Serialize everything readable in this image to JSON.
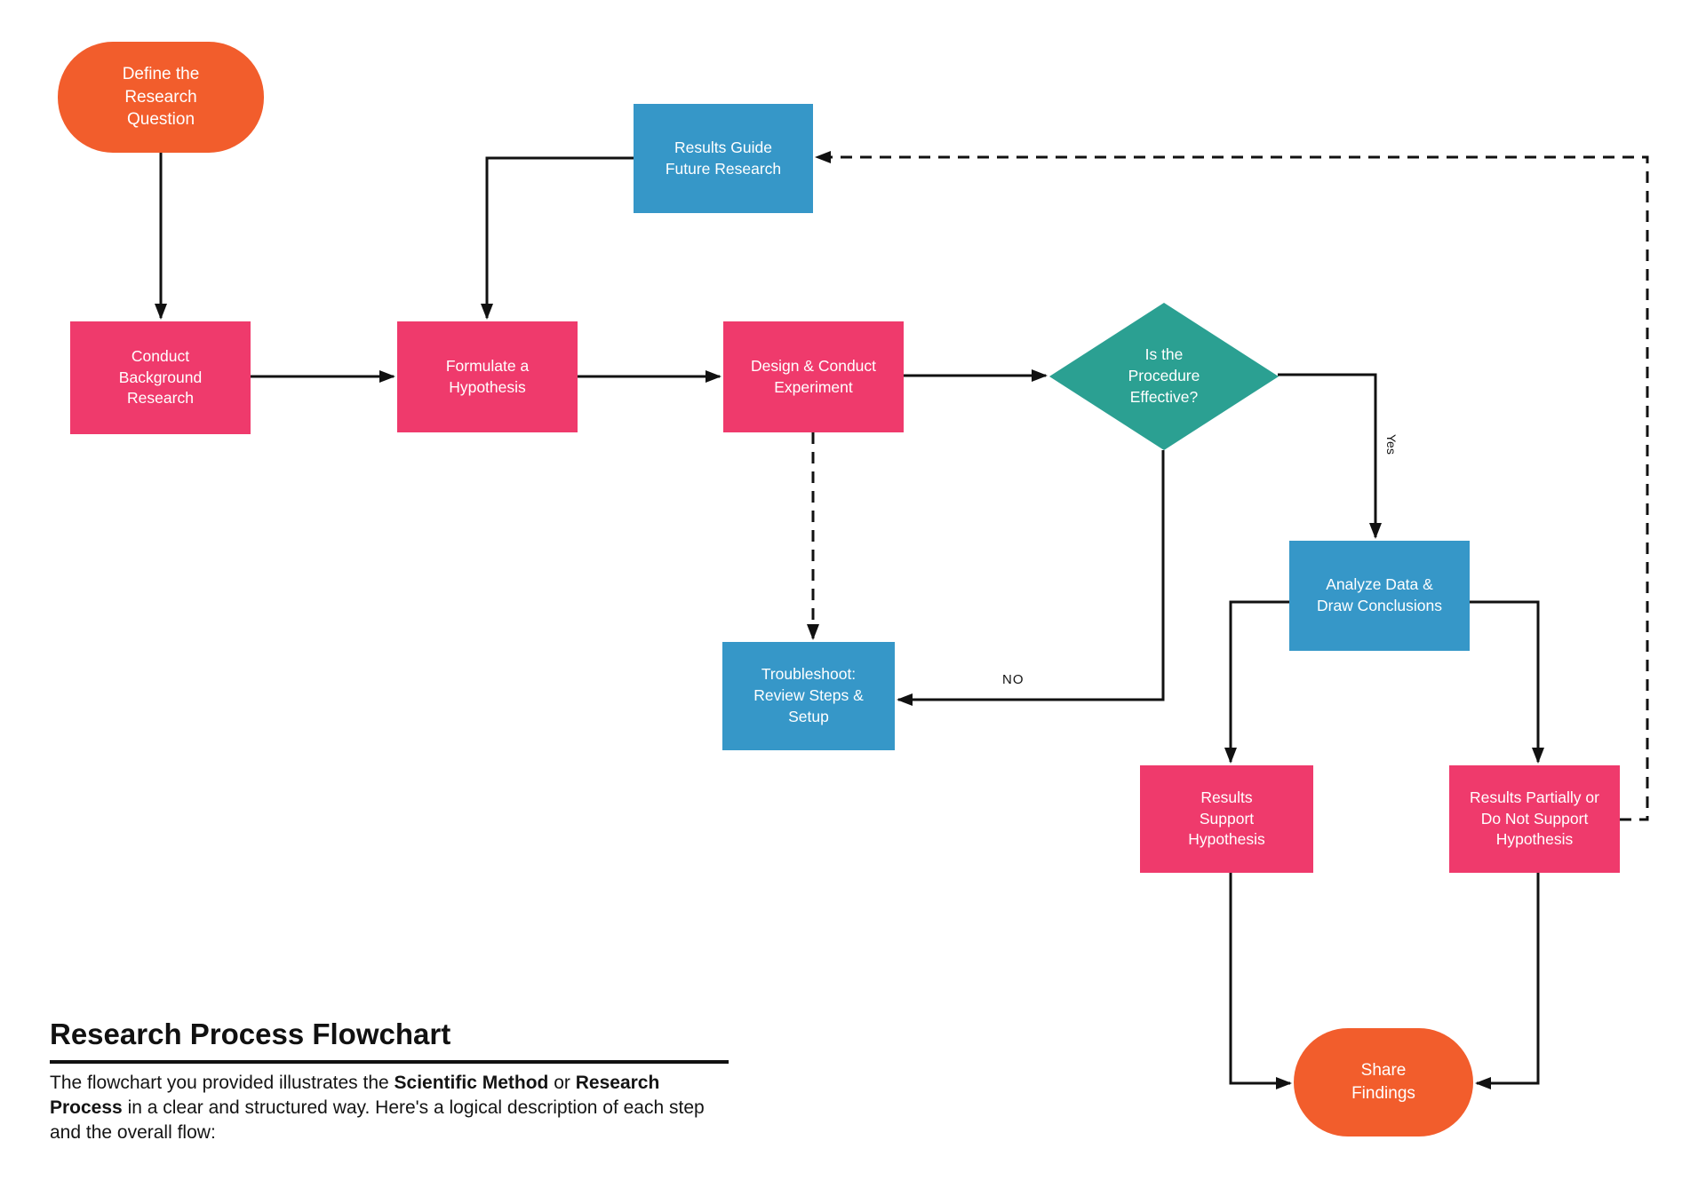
{
  "colors": {
    "orange": "#F25D2C",
    "pink": "#EF3A6C",
    "blue": "#3697C8",
    "teal": "#2BA092",
    "line": "#111111"
  },
  "nodes": {
    "define_question": "Define the Research Question",
    "results_guide": "Results Guide Future Research",
    "conduct_background": "Conduct Background Research",
    "formulate_hypothesis": "Formulate a Hypothesis",
    "design_experiment": "Design & Conduct Experiment",
    "decision": "Is the Procedure Effective?",
    "analyze_data": "Analyze Data & Draw Conclusions",
    "troubleshoot": "Troubleshoot: Review Steps & Setup",
    "results_support": "Results Support Hypothesis",
    "results_partially": "Results Partially or Do Not Support Hypothesis",
    "share_findings": "Share Findings"
  },
  "edge_labels": {
    "yes": "Yes",
    "no": "NO"
  },
  "title_block": {
    "heading": "Research Process Flowchart",
    "paragraph": {
      "l1a": "The flowchart you provided illustrates the ",
      "l1b": "Scientific Method",
      "l1c": " or ",
      "l1d": "Research",
      "l2a": "Process",
      "l2b": " in a clear and structured way. Here's a logical description of each step",
      "l3": "and the overall flow:"
    }
  }
}
